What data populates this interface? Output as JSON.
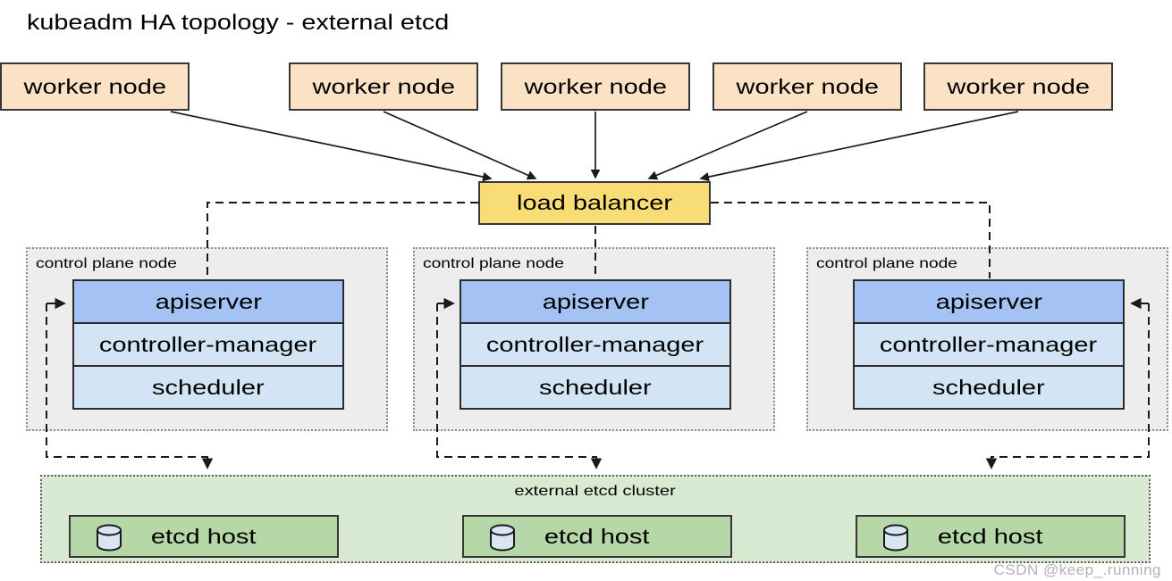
{
  "title": "kubeadm HA topology - external etcd",
  "workers": [
    {
      "label": "worker node"
    },
    {
      "label": "worker node"
    },
    {
      "label": "worker node"
    },
    {
      "label": "worker node"
    },
    {
      "label": "worker node"
    }
  ],
  "load_balancer": {
    "label": "load balancer"
  },
  "control_planes": [
    {
      "title": "control plane node",
      "components": [
        {
          "label": "apiserver"
        },
        {
          "label": "controller-manager"
        },
        {
          "label": "scheduler"
        }
      ]
    },
    {
      "title": "control plane node",
      "components": [
        {
          "label": "apiserver"
        },
        {
          "label": "controller-manager"
        },
        {
          "label": "scheduler"
        }
      ]
    },
    {
      "title": "control plane node",
      "components": [
        {
          "label": "apiserver"
        },
        {
          "label": "controller-manager"
        },
        {
          "label": "scheduler"
        }
      ]
    }
  ],
  "etcd_cluster": {
    "title": "external etcd cluster",
    "hosts": [
      {
        "label": "etcd host"
      },
      {
        "label": "etcd host"
      },
      {
        "label": "etcd host"
      }
    ]
  },
  "icons": {
    "etcd_host": "database-cylinder-icon"
  },
  "watermark": "CSDN @keep_.running",
  "colors": {
    "worker-fill": "#fbe2c5",
    "lb-fill": "#f8dc75",
    "apiserver-fill": "#a4c2f4",
    "component-fill": "#d3e5f5",
    "cp-bg": "#ededed",
    "cp-border": "#8c8c8c",
    "cluster-bg": "#d9ead3",
    "cluster-border": "#5e5e5e",
    "host-fill": "#b6d7a8",
    "cyl-fill": "#d9e5f3",
    "box-border": "#373737",
    "line": "#1a1a1a",
    "text": "#000000",
    "watermark": "#b3b3b3"
  }
}
